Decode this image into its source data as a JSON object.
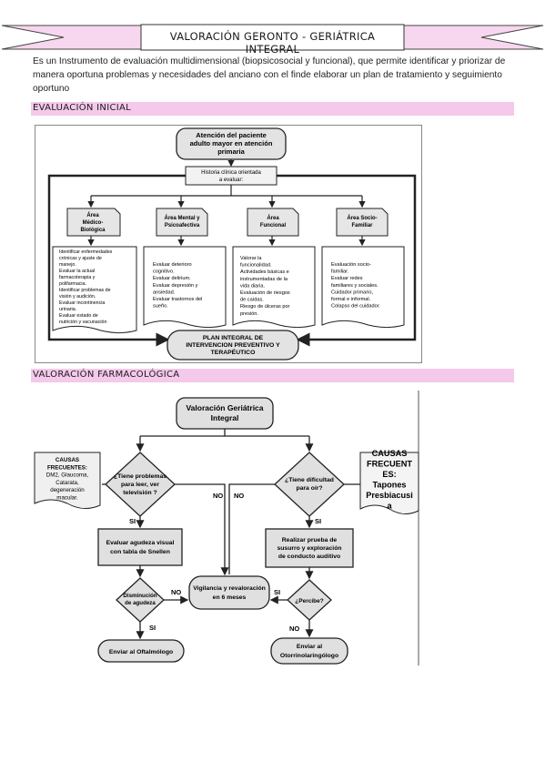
{
  "header": {
    "title": "VALORACIÓN GERONTO - GERIÁTRICA INTEGRAL"
  },
  "intro": {
    "text": "Es un Instrumento de evaluación multidimensional (biopsicosocial y funcional), que permite identificar y priorizar de manera oportuna problemas y necesidades del anciano con el finde elaborar un plan de tratamiento y seguimiento oportuno"
  },
  "sections": {
    "initial": "EVALUACIÓN INICIAL",
    "pharma": "VALORACIÓN FARMACOLÓGICA"
  },
  "diagram1": {
    "top_line1": "Atención del paciente",
    "top_line2": "adulto mayor en atención",
    "top_line3": "primaria",
    "history_line1": "Historia clínica orientada",
    "history_line2": "a evaluar:",
    "area1_l1": "Área",
    "area1_l2": "Médico-",
    "area1_l3": "Biológica",
    "area2_l1": "Área Mental y",
    "area2_l2": "Psicoafectiva",
    "area3_l1": "Área",
    "area3_l2": "Funcional",
    "area4_l1": "Área Socio-",
    "area4_l2": "Familiar",
    "list1": [
      "Identificar enfermedades",
      "crónicas y ajuste de",
      "manejo.",
      "Evaluar la actual",
      "farmacoterapia y",
      "polifarmacia.",
      "Identificar problemas de",
      "visión y audición.",
      "Evaluar incontinencia",
      "urinaria.",
      "Evaluar estado de",
      "nutrición y vacunación"
    ],
    "list2": [
      "Evaluar deterioro",
      "cognitivo.",
      "Evaluar delirium.",
      "Evaluar depresión y",
      "ansiedad.",
      "Evaluar trastornos del",
      "sueño."
    ],
    "list3": [
      "Valorar la",
      "funcionalidad.",
      "Actividades básicas e",
      "instrumentadas de la",
      "vida diaria.",
      "Evaluación de riesgos",
      "de caídas.",
      "Riesgo de úlceras por",
      "presión."
    ],
    "list4": [
      "Evaluación socio-",
      "familiar.",
      "Evaluar redes",
      "familiares y sociales.",
      "Cuidador primario,",
      "formal e informal.",
      "Colapso del cuidador."
    ],
    "plan_line1": "PLAN INTEGRAL DE",
    "plan_line2": "INTERVENCION PREVENTIVO Y",
    "plan_line3": "TERAPÉUTICO"
  },
  "diagram2": {
    "top_line1": "Valoración Geriátrica",
    "top_line2": "Integral",
    "causes_left": [
      "CAUSAS",
      "FRECUENTES:",
      "DM2, Glaucoma,",
      "Catarata,",
      "degeneración",
      "macular."
    ],
    "causes_right": [
      "CAUSAS",
      "FRECUENT",
      "ES:",
      "Tapones",
      "Presbiacusi",
      "a"
    ],
    "q_vision_l1": "¿Tiene problemas",
    "q_vision_l2": "para leer, ver",
    "q_vision_l3": "televisión ?",
    "q_hearing_l1": "¿Tiene dificultad",
    "q_hearing_l2": "para oír?",
    "no_label": "NO",
    "si_label": "SI",
    "snellen_l1": "Evaluar agudeza visual",
    "snellen_l2": "con tabla de Snellen",
    "whisper_l1": "Realizar prueba de",
    "whisper_l2": "susurro y exploración",
    "whisper_l3": "de conducto auditivo",
    "acuity_l1": "Disminución",
    "acuity_l2": "de agudeza",
    "perceive": "¿Percibe?",
    "watch_l1": "Vigilancia y revaloración",
    "watch_l2": "en 6 meses",
    "oftal": "Enviar al Oftalmólogo",
    "otorrino_l1": "Enviar al",
    "otorrino_l2": "Otorrinolaringólogo"
  }
}
